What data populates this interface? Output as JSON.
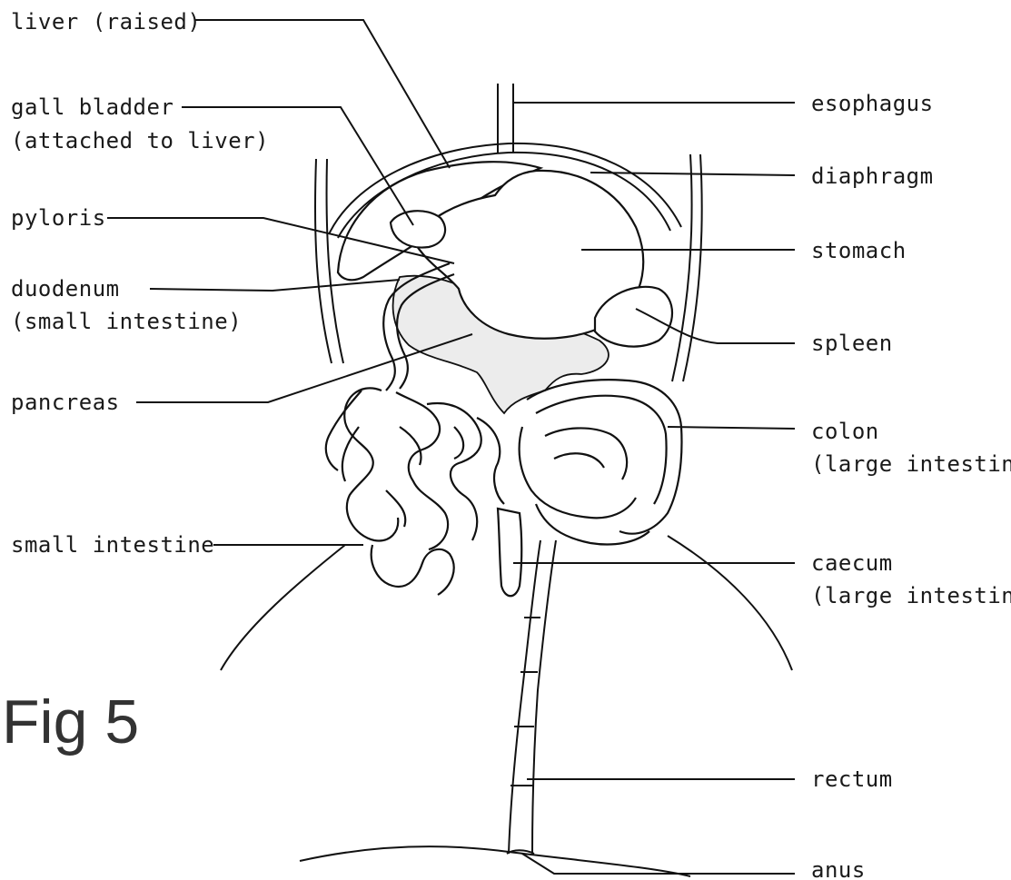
{
  "figure_label": "Fig 5",
  "labels": {
    "liver": "liver (raised)",
    "gall_bladder_1": "gall bladder",
    "gall_bladder_2": "(attached to liver)",
    "pyloris": "pyloris",
    "duodenum_1": "duodenum",
    "duodenum_2": "(small intestine)",
    "pancreas": "pancreas",
    "small_intestine": "small intestine",
    "esophagus": "esophagus",
    "diaphragm": "diaphragm",
    "stomach": "stomach",
    "spleen": "spleen",
    "colon_1": "colon",
    "colon_2": "(large intestine",
    "caecum_1": "caecum",
    "caecum_2": "(large intestine",
    "rectum": "rectum",
    "anus": "anus"
  },
  "colors": {
    "ink": "#111111",
    "paper": "#ffffff",
    "stipple": "#ececec"
  }
}
